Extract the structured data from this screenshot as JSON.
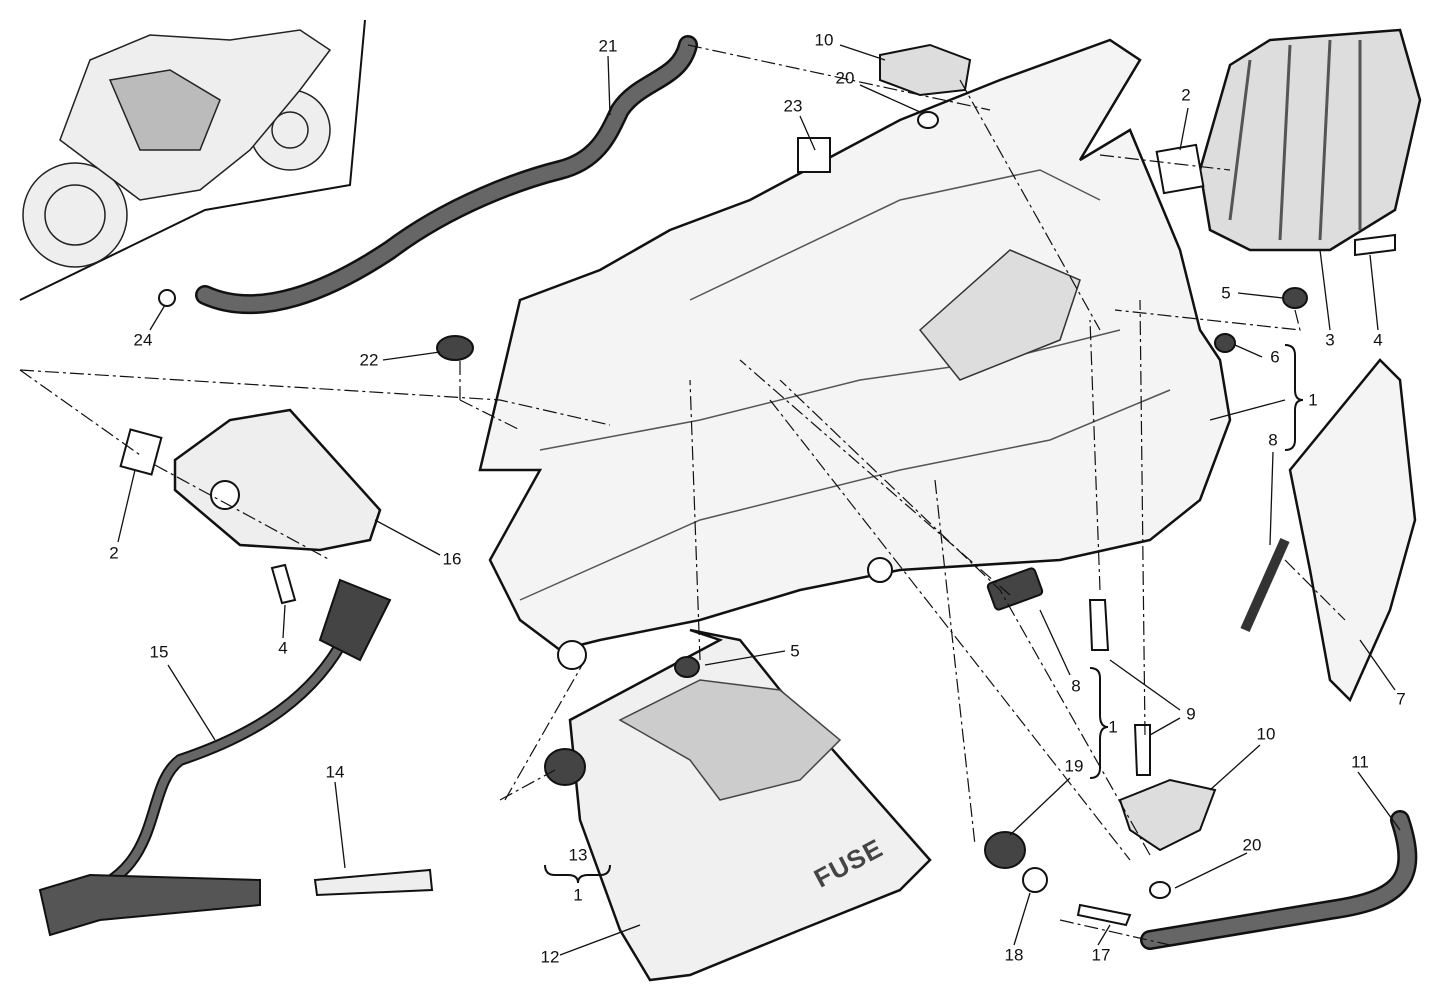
{
  "diagram": {
    "title_on_part": "FUSE",
    "callouts": [
      {
        "id": "c21",
        "text": "21"
      },
      {
        "id": "c10a",
        "text": "10"
      },
      {
        "id": "c20a",
        "text": "20"
      },
      {
        "id": "c23",
        "text": "23"
      },
      {
        "id": "c2a",
        "text": "2"
      },
      {
        "id": "c24",
        "text": "24"
      },
      {
        "id": "c22",
        "text": "22"
      },
      {
        "id": "c5a",
        "text": "5"
      },
      {
        "id": "c3",
        "text": "3"
      },
      {
        "id": "c4a",
        "text": "4"
      },
      {
        "id": "c6",
        "text": "6"
      },
      {
        "id": "c1a",
        "text": "1"
      },
      {
        "id": "c8a",
        "text": "8"
      },
      {
        "id": "c2b",
        "text": "2"
      },
      {
        "id": "c16",
        "text": "16"
      },
      {
        "id": "c4b",
        "text": "4"
      },
      {
        "id": "c15",
        "text": "15"
      },
      {
        "id": "c5b",
        "text": "5"
      },
      {
        "id": "c7",
        "text": "7"
      },
      {
        "id": "c8b",
        "text": "8"
      },
      {
        "id": "c1b",
        "text": "1"
      },
      {
        "id": "c9",
        "text": "9"
      },
      {
        "id": "c10b",
        "text": "10"
      },
      {
        "id": "c19",
        "text": "19"
      },
      {
        "id": "c14",
        "text": "14"
      },
      {
        "id": "c11",
        "text": "11"
      },
      {
        "id": "c13",
        "text": "13"
      },
      {
        "id": "c1c",
        "text": "1"
      },
      {
        "id": "c20b",
        "text": "20"
      },
      {
        "id": "c12",
        "text": "12"
      },
      {
        "id": "c18",
        "text": "18"
      },
      {
        "id": "c17",
        "text": "17"
      }
    ]
  }
}
